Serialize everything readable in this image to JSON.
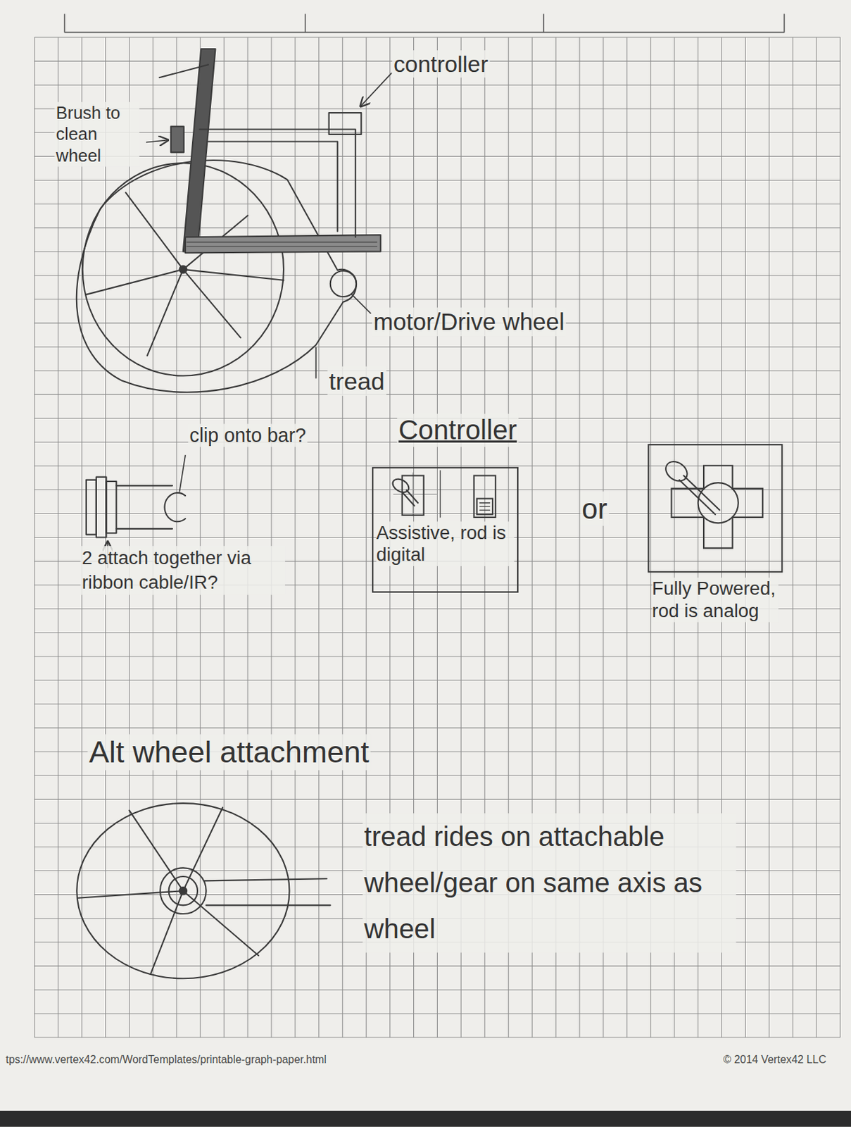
{
  "diagram": {
    "nodes": [
      {
        "text": [
          "Assistive, rod is digital"
        ]
      },
      {
        "text": [
          "Fully Powered, rod is analog"
        ]
      }
    ],
    "labels": [
      "Brush to clean wheel",
      "controller",
      "motor/Drive wheel",
      "tread",
      "clip onto bar?",
      "2 attach together via ribbon cable/IR?",
      "Controller",
      "or",
      "Alt wheel attachment",
      "tread rides on attachable wheel/gear on same axis as wheel",
      "tps://www.vertex42.com/WordTemplates/printable-graph-paper.html",
      "© 2014 Vertex42 LLC"
    ]
  }
}
